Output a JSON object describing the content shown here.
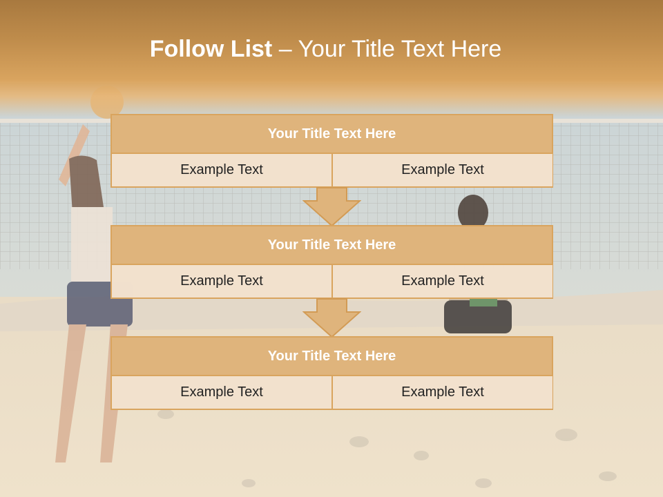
{
  "slide": {
    "title_bold": "Follow List",
    "title_rest": " – Your Title Text Here",
    "steps": [
      {
        "title": "Your Title Text Here",
        "left": "Example Text",
        "right": "Example Text"
      },
      {
        "title": "Your Title Text Here",
        "left": "Example Text",
        "right": "Example Text"
      },
      {
        "title": "Your Title Text Here",
        "left": "Example Text",
        "right": "Example Text"
      }
    ]
  },
  "colors": {
    "header": "#c08d4c",
    "box_border": "#d9a45e",
    "box_head": "#dfb47c",
    "arrow_fill": "#dfb47c"
  }
}
